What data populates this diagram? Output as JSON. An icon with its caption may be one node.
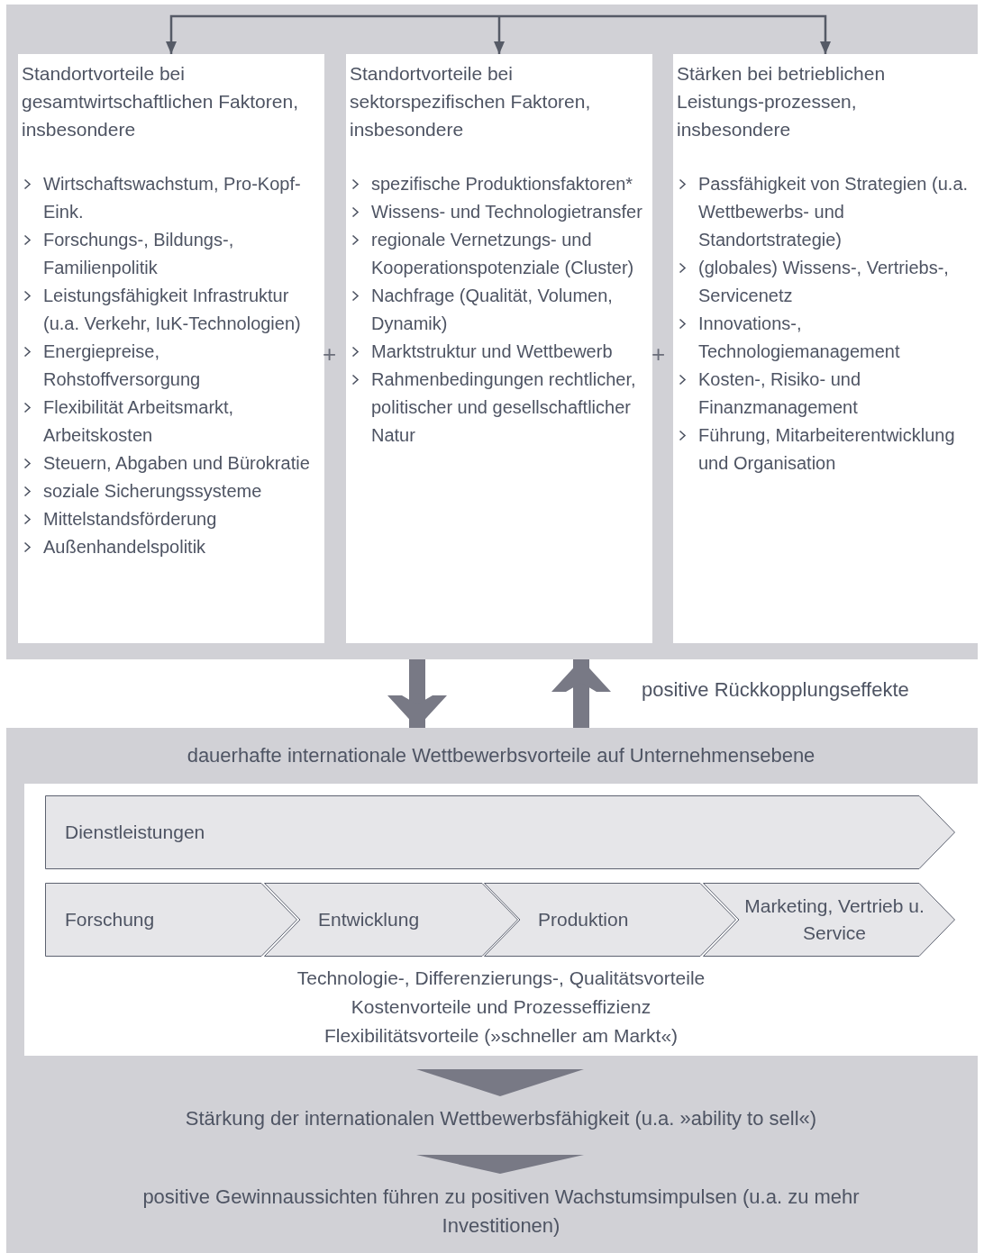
{
  "diagram": {
    "nodes": [
      {
        "text": [],
        "shape": "box"
      },
      {
        "text": [
          "Standortvorteile bei gesamtwirtschaftlichen Faktoren, insbesondere",
          "Wirtschaftswachstum, Pro-Kopf-Eink.",
          "Forschungs-, Bildungs-, Familienpolitik",
          "Leistungsfähigkeit Infrastruktur (u.a. Verkehr, IuK-Technologien)",
          "Energiepreise, Rohstoffversorgung",
          "Flexibilität Arbeitsmarkt, Arbeitskosten",
          "Steuern, Abgaben und Bürokratie",
          "soziale Sicherungssysteme",
          "Mittelstandsförderung",
          "Außenhandelspolitik"
        ],
        "in": 0
      },
      {
        "text": [
          "Standortvorteile bei sektorspezifischen Faktoren, insbesondere",
          "spezifische Produktionsfaktoren*",
          "Wissens- und Technologietransfer",
          "regionale Vernetzungs- und Kooperationspotenziale (Cluster)",
          "Nachfrage (Qualität, Volumen, Dynamik)",
          "Marktstruktur und Wettbewerb",
          "Rahmenbedingungen rechtlicher, politischer und gesellschaftlicher Natur"
        ],
        "in": 0
      },
      {
        "text": [
          "Stärken bei betrieblichen Leistungs-prozessen, insbesondere",
          "Passfähigkeit von Strategien (u.a. Wettbewerbs- und Standortstrategie)",
          "(globales) Wissens-, Vertriebs-, Servicenetz",
          "Innovations-, Technologiemanagement",
          "Kosten-, Risiko- und Finanzmanagement",
          "Führung, Mitarbeiterentwicklung und Organisation"
        ],
        "in": 0
      },
      {
        "text": [],
        "shape": "box"
      },
      {
        "text": [
          "dauerhafte internationale Wettbewerbsvorteile auf Unternehmensebene"
        ],
        "in": 4
      },
      {
        "text": [
          "Technologie-, Differenzierungs-, Qualitätsvorteile",
          "Kostenvorteile und Prozesseffizienz",
          "Flexibilitätsvorteile (»schneller am Markt«)"
        ],
        "in": 4
      },
      {
        "text": [
          "Dienstleistungen"
        ],
        "in": 6
      },
      {
        "text": [
          "Forschung"
        ],
        "in": 6
      },
      {
        "text": [
          "Entwicklung"
        ],
        "in": 6
      },
      {
        "text": [
          "Produktion"
        ],
        "in": 6
      },
      {
        "text": [
          "Marketing, Vertrieb u. Service"
        ],
        "in": 6
      },
      {
        "text": [
          "Stärkung der internationalen Wettbewerbsfähigkeit (u.a. »ability to sell«)"
        ],
        "in": 4
      },
      {
        "text": [
          "positive Gewinnaussichten führen zu positiven Wachstumsimpulsen (u.a. zu mehr Investitionen)"
        ],
        "in": 4
      }
    ],
    "edges": [
      {
        "from": null,
        "to": 1,
        "arrow": "to"
      },
      {
        "from": null,
        "to": 2,
        "arrow": "to"
      },
      {
        "from": null,
        "to": 3,
        "arrow": "to"
      },
      {
        "from": 0,
        "to": 4,
        "arrow": "to",
        "style": "thick"
      },
      {
        "from": 4,
        "to": 0,
        "arrow": "to",
        "style": "thick",
        "label": "positive Rückkopplungseffekte"
      },
      {
        "from": 6,
        "to": 12,
        "arrow": "to"
      },
      {
        "from": 12,
        "to": 13,
        "arrow": "to"
      }
    ],
    "labels": [
      "+",
      "+"
    ]
  }
}
